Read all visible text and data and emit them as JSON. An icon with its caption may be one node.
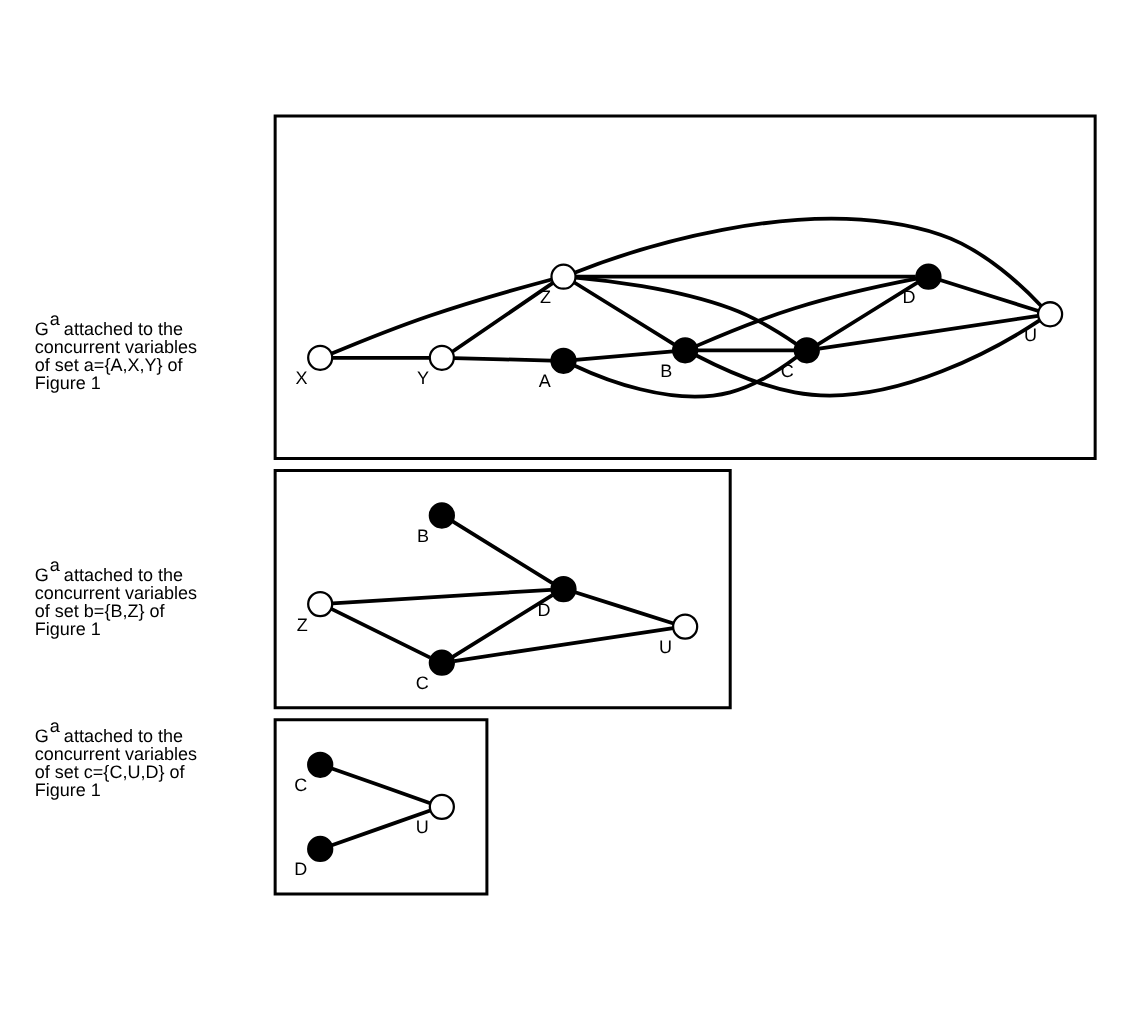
{
  "diagram": {
    "nodes": [
      {
        "text": [],
        "shape": "box"
      },
      {
        "text": [],
        "shape": "circle",
        "beside": [
          "X"
        ],
        "in": 0
      },
      {
        "text": [],
        "shape": "circle",
        "beside": [
          "Z"
        ],
        "in": 0
      },
      {
        "text": [],
        "shape": "circle",
        "beside": [
          "C"
        ],
        "in": 0
      },
      {
        "text": [],
        "shape": "circle",
        "beside": [
          "Y"
        ],
        "in": 0
      },
      {
        "text": [],
        "shape": "circle",
        "beside": [
          "U"
        ],
        "in": 0
      },
      {
        "text": [],
        "shape": "circle",
        "beside": [
          "A"
        ],
        "in": 0
      },
      {
        "text": [],
        "shape": "circle",
        "beside": [
          "B"
        ],
        "in": 0
      },
      {
        "text": [],
        "shape": "circle",
        "beside": [
          "D"
        ],
        "in": 0
      },
      {
        "text": [],
        "shape": "box"
      },
      {
        "text": [],
        "shape": "circle",
        "beside": [
          "Z"
        ],
        "in": 9
      },
      {
        "text": [],
        "shape": "circle",
        "beside": [
          "C"
        ],
        "in": 9
      },
      {
        "text": [],
        "shape": "circle",
        "beside": [
          "U"
        ],
        "in": 9
      },
      {
        "text": [],
        "shape": "circle",
        "beside": [
          "B"
        ],
        "in": 9
      },
      {
        "text": [],
        "shape": "circle",
        "beside": [
          "D"
        ],
        "in": 9
      },
      {
        "text": [],
        "shape": "box"
      },
      {
        "text": [],
        "shape": "circle",
        "beside": [
          "C"
        ],
        "in": 15
      },
      {
        "text": [],
        "shape": "circle",
        "beside": [
          "U"
        ],
        "in": 15
      },
      {
        "text": [],
        "shape": "circle",
        "beside": [
          "D"
        ],
        "in": 15
      }
    ],
    "edges": [
      {
        "from": 1,
        "to": 2,
        "arrow": "none"
      },
      {
        "from": 1,
        "to": 4,
        "arrow": "none"
      },
      {
        "from": 4,
        "to": 2,
        "arrow": "none"
      },
      {
        "from": 4,
        "to": 6,
        "arrow": "none"
      },
      {
        "from": 6,
        "to": 3,
        "arrow": "none"
      },
      {
        "from": 6,
        "to": 7,
        "arrow": "none"
      },
      {
        "from": 2,
        "to": 3,
        "arrow": "none"
      },
      {
        "from": 2,
        "to": 7,
        "arrow": "none"
      },
      {
        "from": 2,
        "to": 8,
        "arrow": "none"
      },
      {
        "from": 2,
        "to": 5,
        "arrow": "none"
      },
      {
        "from": 7,
        "to": 3,
        "arrow": "none"
      },
      {
        "from": 7,
        "to": 8,
        "arrow": "none"
      },
      {
        "from": 7,
        "to": 5,
        "arrow": "none"
      },
      {
        "from": 3,
        "to": 8,
        "arrow": "none"
      },
      {
        "from": 3,
        "to": 5,
        "arrow": "none"
      },
      {
        "from": 8,
        "to": 5,
        "arrow": "none"
      },
      {
        "from": 10,
        "to": 11,
        "arrow": "none"
      },
      {
        "from": 10,
        "to": 14,
        "arrow": "none"
      },
      {
        "from": 11,
        "to": 14,
        "arrow": "none"
      },
      {
        "from": 11,
        "to": 12,
        "arrow": "none"
      },
      {
        "from": 14,
        "to": 12,
        "arrow": "none"
      },
      {
        "from": 13,
        "to": 14,
        "arrow": "none"
      },
      {
        "from": 16,
        "to": 17,
        "arrow": "none"
      },
      {
        "from": 18,
        "to": 17,
        "arrow": "none"
      }
    ],
    "labels": [
      "G$^{a}$ attached to the concurrent variables of set a={A,X,Y} of Figure 1",
      "G$^{a}$ attached to the concurrent variables of set b={B,Z} of Figure 1",
      "G$^{a}$ attached to the concurrent variables of set c={C,U,D} of Figure 1"
    ]
  }
}
